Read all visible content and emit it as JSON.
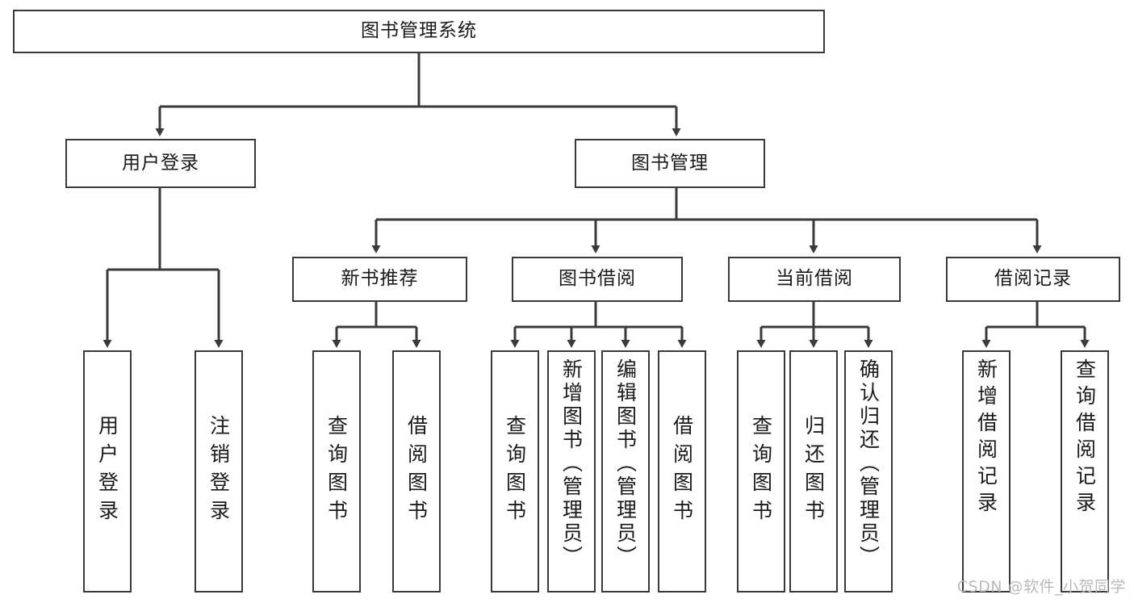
{
  "diagram": {
    "title": "图书管理系统",
    "watermark": "CSDN @软件_小贺同学",
    "colors": {
      "box_border": "#3a3a3a",
      "box_fill": "#ffffff",
      "line": "#3a3a3a",
      "text": "#1a1a1a",
      "watermark": "#b9b9b9",
      "background": "#ffffff"
    },
    "root": {
      "label": "图书管理系统"
    },
    "level2": [
      {
        "label": "用户登录"
      },
      {
        "label": "图书管理"
      }
    ],
    "level3": [
      {
        "label": "新书推荐"
      },
      {
        "label": "图书借阅"
      },
      {
        "label": "当前借阅"
      },
      {
        "label": "借阅记录"
      }
    ],
    "leaves": {
      "user_login": [
        {
          "label": "用户登录"
        },
        {
          "label": "注销登录"
        }
      ],
      "new_book_recommend": [
        {
          "label": "查询图书"
        },
        {
          "label": "借阅图书"
        }
      ],
      "book_borrow": [
        {
          "label": "查询图书"
        },
        {
          "label": "新增图书（管理员）"
        },
        {
          "label": "编辑图书（管理员）"
        },
        {
          "label": "借阅图书"
        }
      ],
      "current_borrow": [
        {
          "label": "查询图书"
        },
        {
          "label": "归还图书"
        },
        {
          "label": "确认归还（管理员）"
        }
      ],
      "borrow_record": [
        {
          "label": "新增借阅记录"
        },
        {
          "label": "查询借阅记录"
        }
      ]
    }
  }
}
